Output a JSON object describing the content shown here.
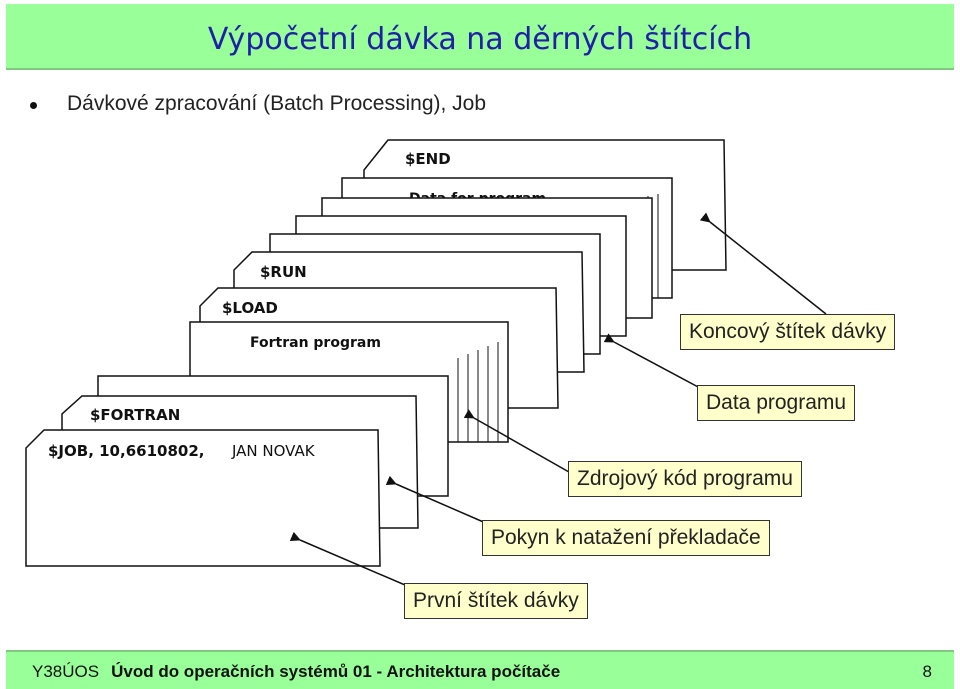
{
  "title": "Výpočetní dávka na děrných štítcích",
  "bullet": "Dávkové zpracování (Batch Processing), Job",
  "cards": {
    "end": "$END",
    "data": "Data for program",
    "run": "$RUN",
    "load": "$LOAD",
    "fortran_program": "Fortran program",
    "fortran": "$FORTRAN",
    "job": "$JOB, 10,6610802,",
    "job_name": "JAN NOVAK"
  },
  "callouts": {
    "end_card": "Koncový štítek dávky",
    "data": "Data programu",
    "source": "Zdrojový kód programu",
    "compiler": "Pokyn k natažení překladače",
    "first_card": "První štítek dávky"
  },
  "footer": {
    "course": "Y38ÚOS",
    "subject": "Úvod do operačních systémů 01 - Architektura počítače",
    "page": "8"
  }
}
